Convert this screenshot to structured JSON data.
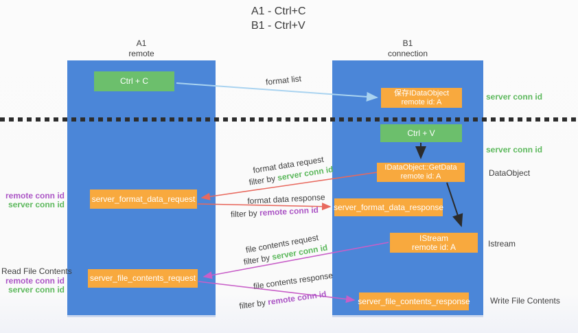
{
  "title": {
    "line1": "A1 - Ctrl+C",
    "line2": "B1 - Ctrl+V"
  },
  "columns": {
    "left": {
      "name": "A1",
      "role": "remote"
    },
    "right": {
      "name": "B1",
      "role": "connection"
    }
  },
  "nodes": {
    "ctrl_c": "Ctrl + C",
    "ctrl_v": "Ctrl + V",
    "save_dataobject": {
      "line1": "保存IDataObject",
      "line2": "remote id: A"
    },
    "getdata": {
      "line1": "IDataObject::GetData",
      "line2": "remote id: A"
    },
    "istream": {
      "line1": "IStream",
      "line2": "remote id: A"
    },
    "format_request": "server_format_data_request",
    "format_response": "server_format_data_response",
    "file_request": "server_file_contents_request",
    "file_response": "server_file_contents_response"
  },
  "flow_labels": {
    "format_list": "format list",
    "format_data_request": "format data request",
    "format_data_response": "format data response",
    "file_contents_request": "file contents request",
    "file_contents_response": "file contents response",
    "filter_prefix": "filter by ",
    "server_conn_id": "server conn id",
    "remote_conn_id": "remote conn id"
  },
  "side_labels": {
    "left": {
      "remote_conn_id_1": "remote conn id",
      "server_conn_id_1": "server conn id",
      "read_file": "Read File Contents",
      "remote_conn_id_2": "remote conn id",
      "server_conn_id_2": "server conn id"
    },
    "right": {
      "server_conn_id_top": "server conn id",
      "server_conn_id_mid": "server conn id",
      "dataobject": "DataObject",
      "istream": "Istream",
      "write_file": "Write File Contents"
    }
  },
  "colors": {
    "column_blue": "#4b86d8",
    "node_orange": "#f8a93e",
    "node_green": "#6cbf6c",
    "arrow_light_blue": "#a9d3f0",
    "arrow_black": "#2b2b2b",
    "arrow_red": "#e8695e",
    "arrow_magenta": "#c85fc8",
    "text_green": "#5cb85c",
    "text_purple": "#ab55c5"
  }
}
